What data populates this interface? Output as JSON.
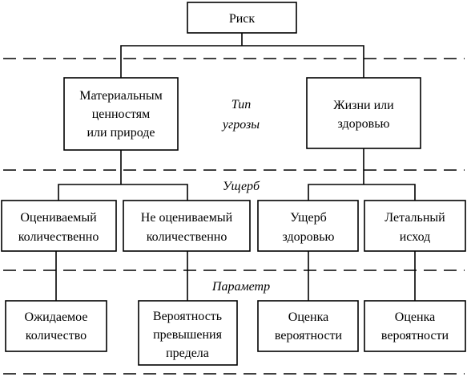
{
  "root": "Риск",
  "labels": {
    "threat_type": [
      "Тип",
      "угрозы"
    ],
    "damage": "Ущерб",
    "parameter": "Параметр"
  },
  "threat": {
    "material": [
      "Материальным",
      "ценностям",
      "или природе"
    ],
    "life": [
      "Жизни или",
      "здоровью"
    ]
  },
  "damage": {
    "quantifiable": [
      "Оцениваемый",
      "количественно"
    ],
    "not_quantifiable": [
      "Не оцениваемый",
      "количественно"
    ],
    "health_damage": [
      "Ущерб",
      "здоровью"
    ],
    "lethal": [
      "Летальный",
      "исход"
    ]
  },
  "parameter": {
    "expected_amount": [
      "Ожидаемое",
      "количество"
    ],
    "exceed_probability": [
      "Вероятность",
      "превышения",
      "предела"
    ],
    "probability_estimate_1": [
      "Оценка",
      "вероятности"
    ],
    "probability_estimate_2": [
      "Оценка",
      "вероятности"
    ]
  }
}
